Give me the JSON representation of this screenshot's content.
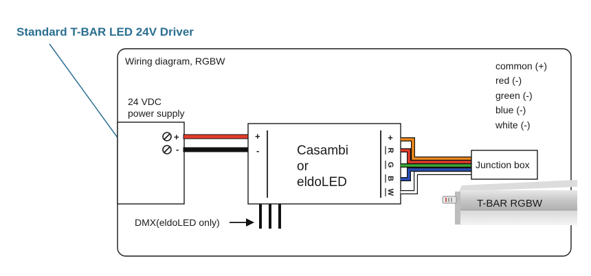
{
  "title": "Standard T-BAR LED 24V Driver",
  "colors": {
    "title": "#2b6f91",
    "leader": "#2b6f91",
    "border": "#1a1a1a",
    "wire_red": "#e23b2b",
    "wire_black": "#111111",
    "wire_orange": "#f08a1c",
    "wire_green": "#3aaa35",
    "wire_blue": "#2a4fb8",
    "wire_white": "#ffffff",
    "tbar_body": "#cfcfcf"
  },
  "diagram": {
    "caption": "Wiring diagram, RGBW",
    "power_supply": {
      "line1": "24 VDC",
      "line2": "power supply",
      "terminal_plus": "+",
      "terminal_minus": "-"
    },
    "driver": {
      "line1": "Casambi",
      "line2": "or",
      "line3": "eldoLED",
      "input_plus": "+",
      "input_minus": "-",
      "outputs": [
        "+",
        "R",
        "G",
        "B",
        "W"
      ]
    },
    "junction_box": "Junction box",
    "tbar": "T-BAR RGBW",
    "dmx": "DMX(eldoLED only)",
    "legend": [
      "common (+)",
      "red (-)",
      "green (-)",
      "blue (-)",
      "white (-)"
    ]
  }
}
